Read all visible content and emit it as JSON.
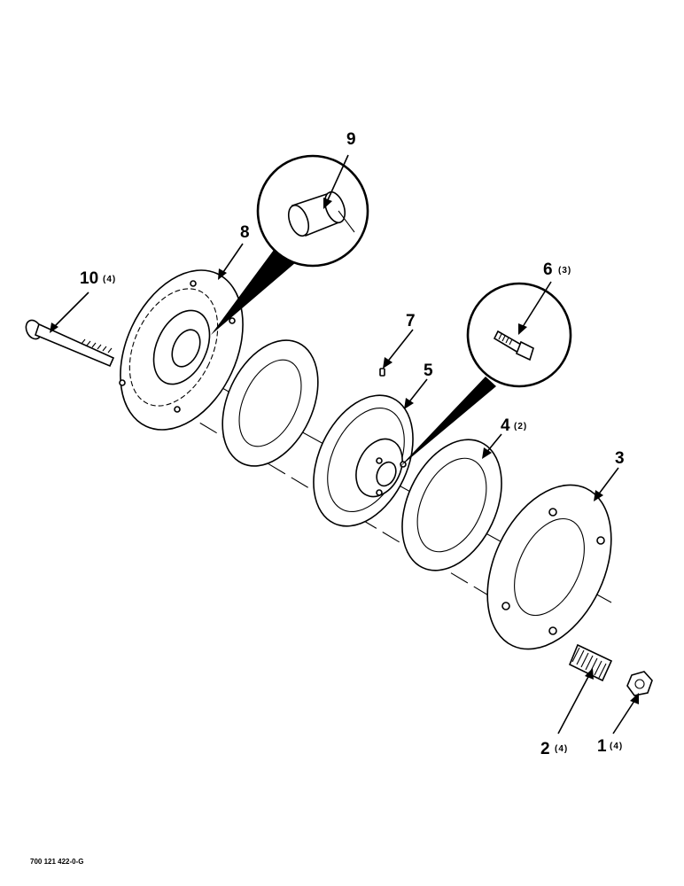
{
  "callouts": [
    {
      "id": "1",
      "number": "1",
      "qty": "(4)"
    },
    {
      "id": "2",
      "number": "2",
      "qty": "(4)"
    },
    {
      "id": "3",
      "number": "3",
      "qty": ""
    },
    {
      "id": "4",
      "number": "4",
      "qty": "(2)"
    },
    {
      "id": "5",
      "number": "5",
      "qty": ""
    },
    {
      "id": "6",
      "number": "6",
      "qty": "(3)"
    },
    {
      "id": "7",
      "number": "7",
      "qty": ""
    },
    {
      "id": "8",
      "number": "8",
      "qty": ""
    },
    {
      "id": "9",
      "number": "9",
      "qty": ""
    },
    {
      "id": "10",
      "number": "10",
      "qty": "(4)"
    }
  ],
  "drawing_code": "700 121 422-0-G"
}
